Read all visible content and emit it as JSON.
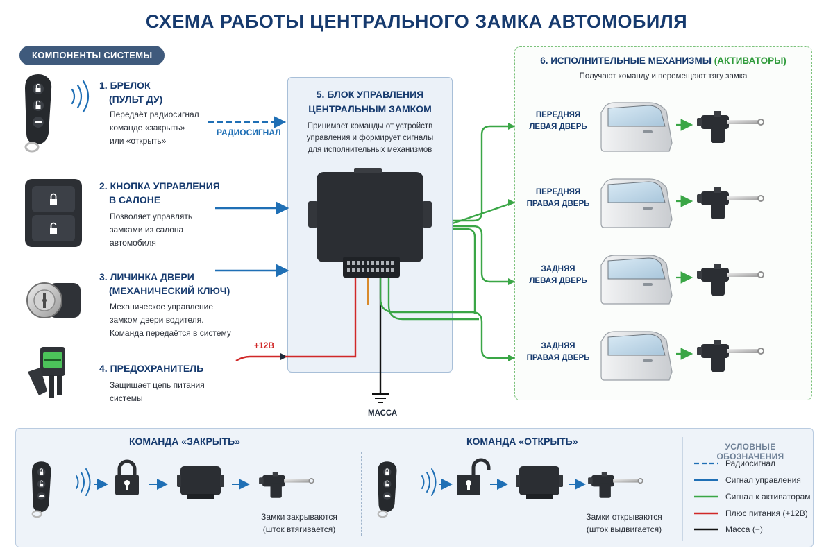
{
  "title": "СХЕМА РАБОТЫ ЦЕНТРАЛЬНОГО ЗАМКА АВТОМОБИЛЯ",
  "components_header": "КОМПОНЕНТЫ СИСТЕМЫ",
  "components": [
    {
      "title_lines": [
        "1. БРЕЛОК",
        "(ПУЛЬТ ДУ)"
      ],
      "desc_lines": [
        "Передаёт радиосигнал",
        "команде «закрыть»",
        "или «открыть»"
      ]
    },
    {
      "title_lines": [
        "2. КНОПКА УПРАВЛЕНИЯ",
        "В САЛОНЕ"
      ],
      "desc_lines": [
        "Позволяет управлять",
        "замками из салона",
        "автомобиля"
      ]
    },
    {
      "title_lines": [
        "3. ЛИЧИНКА ДВЕРИ",
        "(МЕХАНИЧЕСКИЙ КЛЮЧ)"
      ],
      "desc_lines": [
        "Механическое управление",
        "замком двери водителя.",
        "Команда передаётся в систему"
      ]
    },
    {
      "title_lines": [
        "4. ПРЕДОХРАНИТЕЛЬ"
      ],
      "desc_lines": [
        "Защищает цепь питания",
        "системы"
      ]
    }
  ],
  "labels": {
    "radio": "РАДИОСИГНАЛ",
    "plus12": "+12В",
    "ground": "МАССА"
  },
  "ecu": {
    "title_lines": [
      "5. БЛОК УПРАВЛЕНИЯ",
      "ЦЕНТРАЛЬНЫМ ЗАМКОМ"
    ],
    "desc_lines": [
      "Принимает команды от устройств",
      "управления и формирует сигналы",
      "для исполнительных механизмов"
    ]
  },
  "actuators": {
    "title_main": "6. ИСПОЛНИТЕЛЬНЫЕ МЕХАНИЗМЫ ",
    "title_green": "(АКТИВАТОРЫ)",
    "subtitle": "Получают команду и перемещают тягу замка",
    "doors": [
      {
        "lines": [
          "ПЕРЕДНЯЯ",
          "ЛЕВАЯ ДВЕРЬ"
        ]
      },
      {
        "lines": [
          "ПЕРЕДНЯЯ",
          "ПРАВАЯ ДВЕРЬ"
        ]
      },
      {
        "lines": [
          "ЗАДНЯЯ",
          "ЛЕВАЯ ДВЕРЬ"
        ]
      },
      {
        "lines": [
          "ЗАДНЯЯ",
          "ПРАВАЯ ДВЕРЬ"
        ]
      }
    ]
  },
  "commands": {
    "close": {
      "title": "КОМАНДА «ЗАКРЫТЬ»",
      "caption_lines": [
        "Замки закрываются",
        "(шток втягивается)"
      ]
    },
    "open": {
      "title": "КОМАНДА «ОТКРЫТЬ»",
      "caption_lines": [
        "Замки открываются",
        "(шток выдвигается)"
      ]
    }
  },
  "legend": {
    "title": "УСЛОВНЫЕ ОБОЗНАЧЕНИЯ",
    "items": [
      {
        "label": "Радиосигнал",
        "color": "#1f6fb5",
        "style": "dashed"
      },
      {
        "label": "Сигнал управления",
        "color": "#1f6fb5",
        "style": "solid"
      },
      {
        "label": "Сигнал к активаторам",
        "color": "#3aa646",
        "style": "solid"
      },
      {
        "label": "Плюс питания (+12В)",
        "color": "#d02828",
        "style": "solid"
      },
      {
        "label": "Масса (−)",
        "color": "#111111",
        "style": "solid"
      }
    ]
  },
  "colors": {
    "title": "#163a6e",
    "signal_blue": "#1f6fb5",
    "actuator_green": "#3aa646",
    "power_red": "#d02828",
    "ground_black": "#111111"
  }
}
